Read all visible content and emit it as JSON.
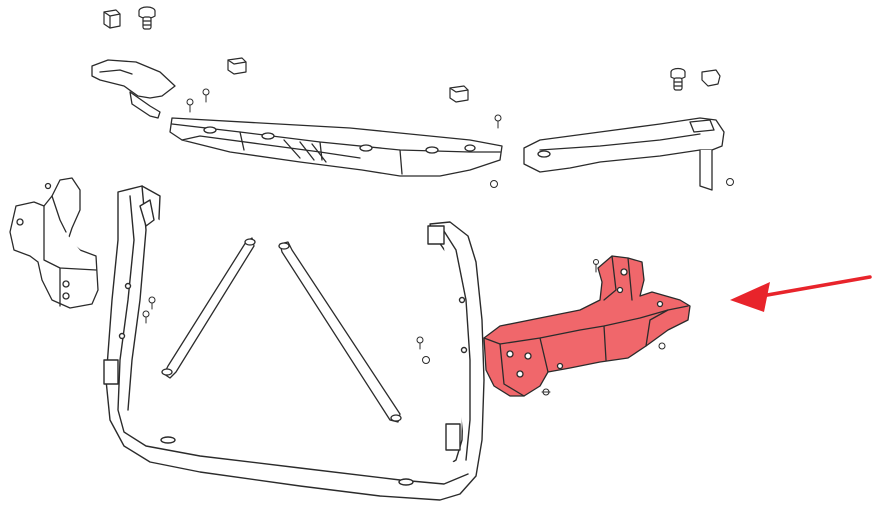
{
  "diagram": {
    "type": "exploded-parts-diagram",
    "background": "#ffffff",
    "line_color": "#2b2b2b",
    "part_fill": "#ffffff",
    "highlight_color": "#f0676b",
    "arrow_color": "#e8242b",
    "highlighted_part": "radiator-support-bracket-right",
    "parts": [
      "upper-crossmember",
      "upper-left-bracket",
      "upper-right-bracket",
      "left-side-bracket",
      "radiator-support-frame",
      "diagonal-brace-left",
      "diagonal-brace-right",
      "radiator-support-bracket-right",
      "fasteners"
    ]
  }
}
